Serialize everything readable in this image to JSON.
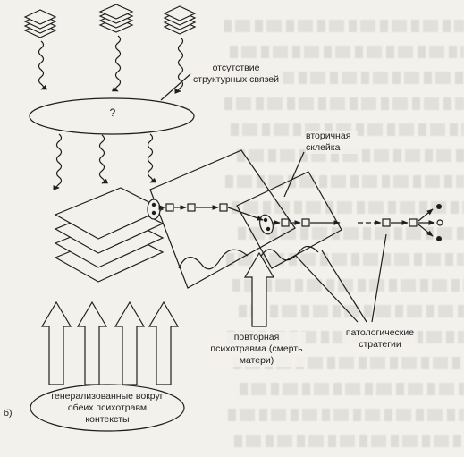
{
  "labels": {
    "no_structural_links": "отсутствие структурных связей",
    "question_mark": "?",
    "secondary_adhesion": "вторичная склейка",
    "repeated_trauma": "повторная психотравма (смерть матери)",
    "pathological_strategies": "патологические стратегии",
    "generalized_contexts": "генерализованные вокруг обеих психотравм контексты",
    "panel_letter": "б)"
  },
  "colors": {
    "ink": "#1e1e1e",
    "paper": "#f3f1ec",
    "bleed_text": "#a9a49f"
  }
}
